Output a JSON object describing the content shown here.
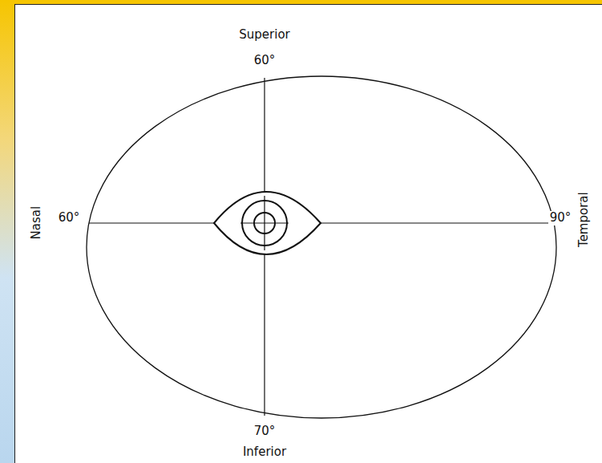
{
  "diagram": {
    "labels": [
      "Superior",
      "60°",
      "Nasal",
      "60°",
      "90°",
      "Temporal",
      "70°",
      "Inferior"
    ]
  }
}
